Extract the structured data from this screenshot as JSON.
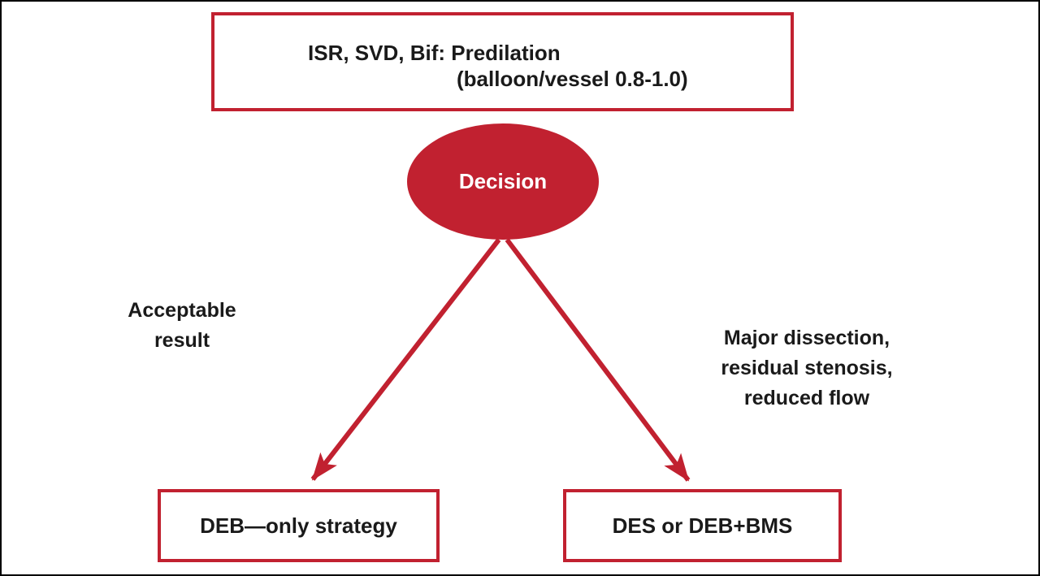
{
  "colors": {
    "accent_red": "#c12130",
    "text_black": "#1a1a1a",
    "background": "#ffffff",
    "outer_border": "#000000"
  },
  "diagram": {
    "top_box": {
      "line1": "ISR, SVD, Bif: Predilation",
      "line2": "(balloon/vessel 0.8-1.0)"
    },
    "decision_node": {
      "label": "Decision"
    },
    "left_branch_label": {
      "lines": [
        "Acceptable",
        "result"
      ]
    },
    "right_branch_label": {
      "lines": [
        "Major dissection,",
        "residual stenosis,",
        "reduced flow"
      ]
    },
    "left_outcome_box": {
      "label": "DEB—only strategy"
    },
    "right_outcome_box": {
      "label": "DES or DEB+BMS"
    }
  }
}
